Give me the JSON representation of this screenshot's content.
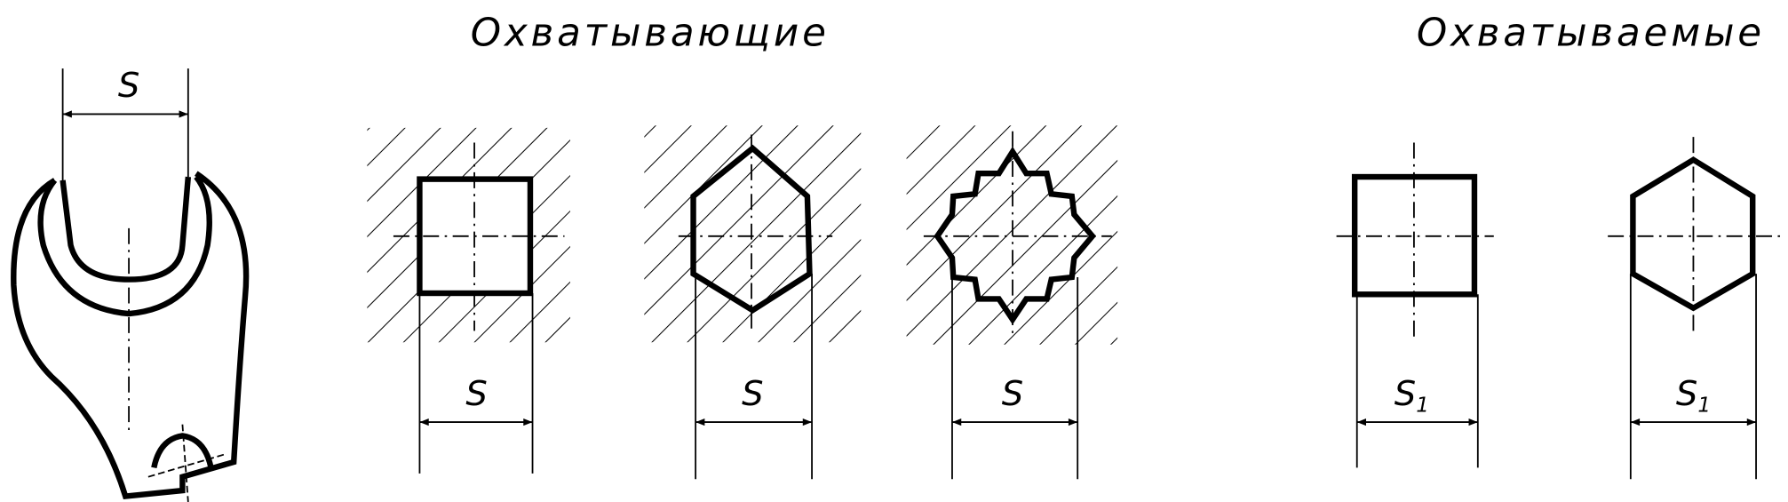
{
  "titles": {
    "enclosing": "Охватывающие",
    "enclosed": "Охватываемые"
  },
  "labels": {
    "wrench_s": "S",
    "square_hole_s": "S",
    "hex_hole_s": "S",
    "star_hole_s": "S",
    "square_bolt_s": "S",
    "square_bolt_sub": "1",
    "hex_bolt_s": "S",
    "hex_bolt_sub": "1"
  },
  "colors": {
    "ink": "#000000",
    "background": "#ffffff"
  }
}
